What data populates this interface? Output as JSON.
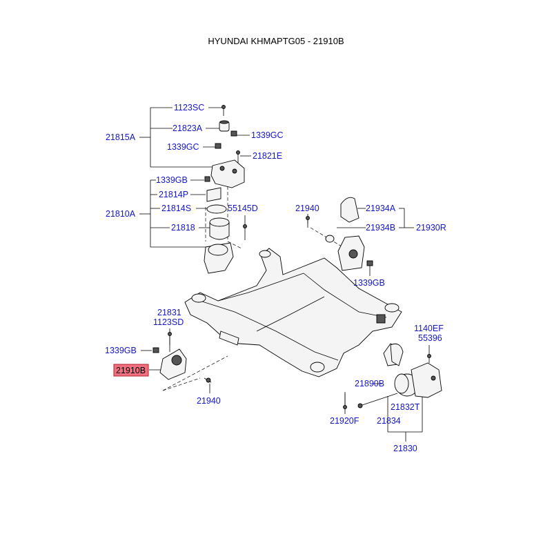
{
  "title": "HYUNDAI KHMAPTG05 - 21910B",
  "highlight_color": "#f07080",
  "label_color": "#1515c8",
  "labels": {
    "p1123SC": "1123SC",
    "p21823A": "21823A",
    "p1339GC_r": "1339GC",
    "p1339GC_l": "1339GC",
    "p21821E": "21821E",
    "p21815A": "21815A",
    "p1339GB_t": "1339GB",
    "p21814P": "21814P",
    "p21814S": "21814S",
    "p55145D": "55145D",
    "p21818": "21818",
    "p21810A": "21810A",
    "p21940_t": "21940",
    "p21934A": "21934A",
    "p21934B": "21934B",
    "p21930R": "21930R",
    "p1339GB_r": "1339GB",
    "p21831": "21831",
    "p1123SD": "1123SD",
    "p1339GB_l": "1339GB",
    "p21910B": "21910B",
    "p21940_b": "21940",
    "p1140EF": "1140EF",
    "p55396": "55396",
    "p21890B": "21890B",
    "p21832T": "21832T",
    "p21834": "21834",
    "p21920F": "21920F",
    "p21830": "21830"
  }
}
